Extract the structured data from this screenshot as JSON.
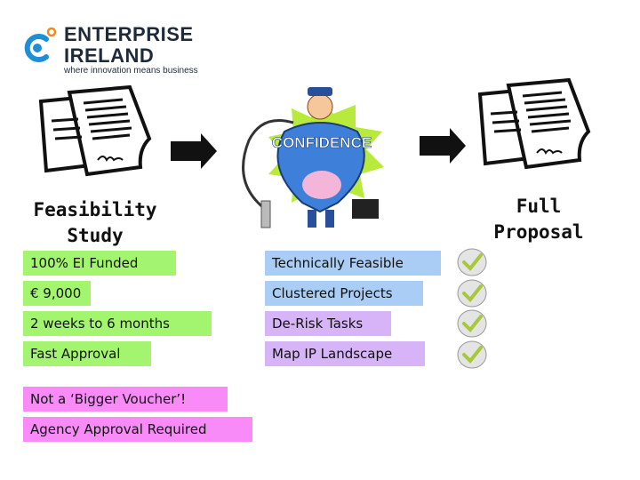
{
  "logo": {
    "line1": "ENTERPRISE",
    "line2": "IRELAND",
    "tagline": "where innovation means business",
    "colors": {
      "brand_blue": "#1e8fd6",
      "accent_orange": "#f08a1c",
      "text": "#1e2a3a"
    }
  },
  "illustrations": {
    "left_document": "document-icon",
    "right_document": "document-icon",
    "center": "confidence-man-illustration",
    "center_badge_text": "CONFIDENCE",
    "arrows": [
      "arrow-right-icon",
      "arrow-right-icon"
    ]
  },
  "stages": {
    "feasibility": "Feasibility Study",
    "full_proposal": "Full Proposal"
  },
  "left_tags": [
    "100% EI Funded",
    "€ 9,000",
    "2 weeks to 6 months",
    "Fast Approval"
  ],
  "notes": [
    "Not a ‘Bigger Voucher’!",
    "Agency Approval Required"
  ],
  "right_tags": [
    "Technically Feasible",
    "Clustered Projects",
    "De-Risk Tasks",
    "Map IP Landscape"
  ],
  "colors": {
    "green": "#a3f56f",
    "blue": "#a9cdf5",
    "purple": "#d7b3f7",
    "pink": "#f88bf8"
  }
}
